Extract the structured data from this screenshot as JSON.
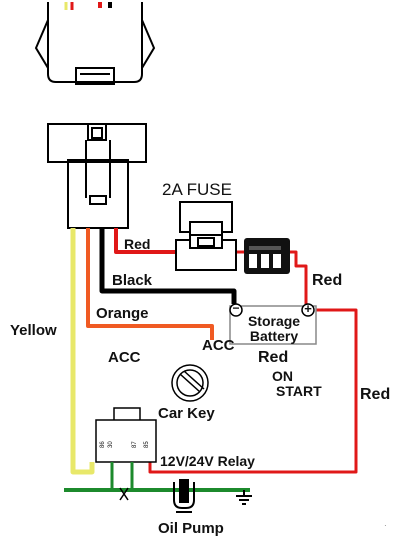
{
  "components": {
    "fuse": "2A FUSE",
    "battery": "Storage Battery",
    "car_key": "Car Key",
    "relay": "12V/24V Relay",
    "oil_pump": "Oil Pump"
  },
  "wires": {
    "red_fuse": "Red",
    "black": "Black",
    "orange": "Orange",
    "yellow": "Yellow",
    "red_battery": "Red",
    "red_on": "Red",
    "red_right": "Red"
  },
  "terminals": {
    "acc_left": "ACC",
    "acc_right": "ACC",
    "on": "ON",
    "start": "START",
    "battery_neg": "−",
    "battery_pos": "+",
    "relay_pins": [
      "86",
      "30",
      "87",
      "85"
    ]
  },
  "colors": {
    "red": "#e01818",
    "black": "#000000",
    "orange": "#f05a23",
    "yellow": "#e8e86a",
    "green": "#1c8a2c"
  }
}
